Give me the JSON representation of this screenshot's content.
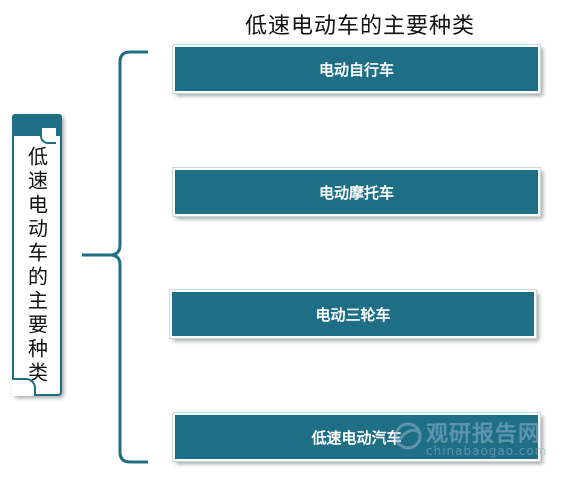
{
  "title": "低速电动车的主要种类",
  "root_label": "低速电动车的主要种类",
  "items": [
    {
      "label": "电动自行车"
    },
    {
      "label": "电动摩托车"
    },
    {
      "label": "电动三轮车"
    },
    {
      "label": "低速电动汽车"
    }
  ],
  "watermark": {
    "cn": "观研报告网",
    "en": "chinabaogao.com"
  },
  "colors": {
    "box_fill": "#1e6f86",
    "box_text": "#ffffff",
    "connector": "#1e6f86"
  }
}
